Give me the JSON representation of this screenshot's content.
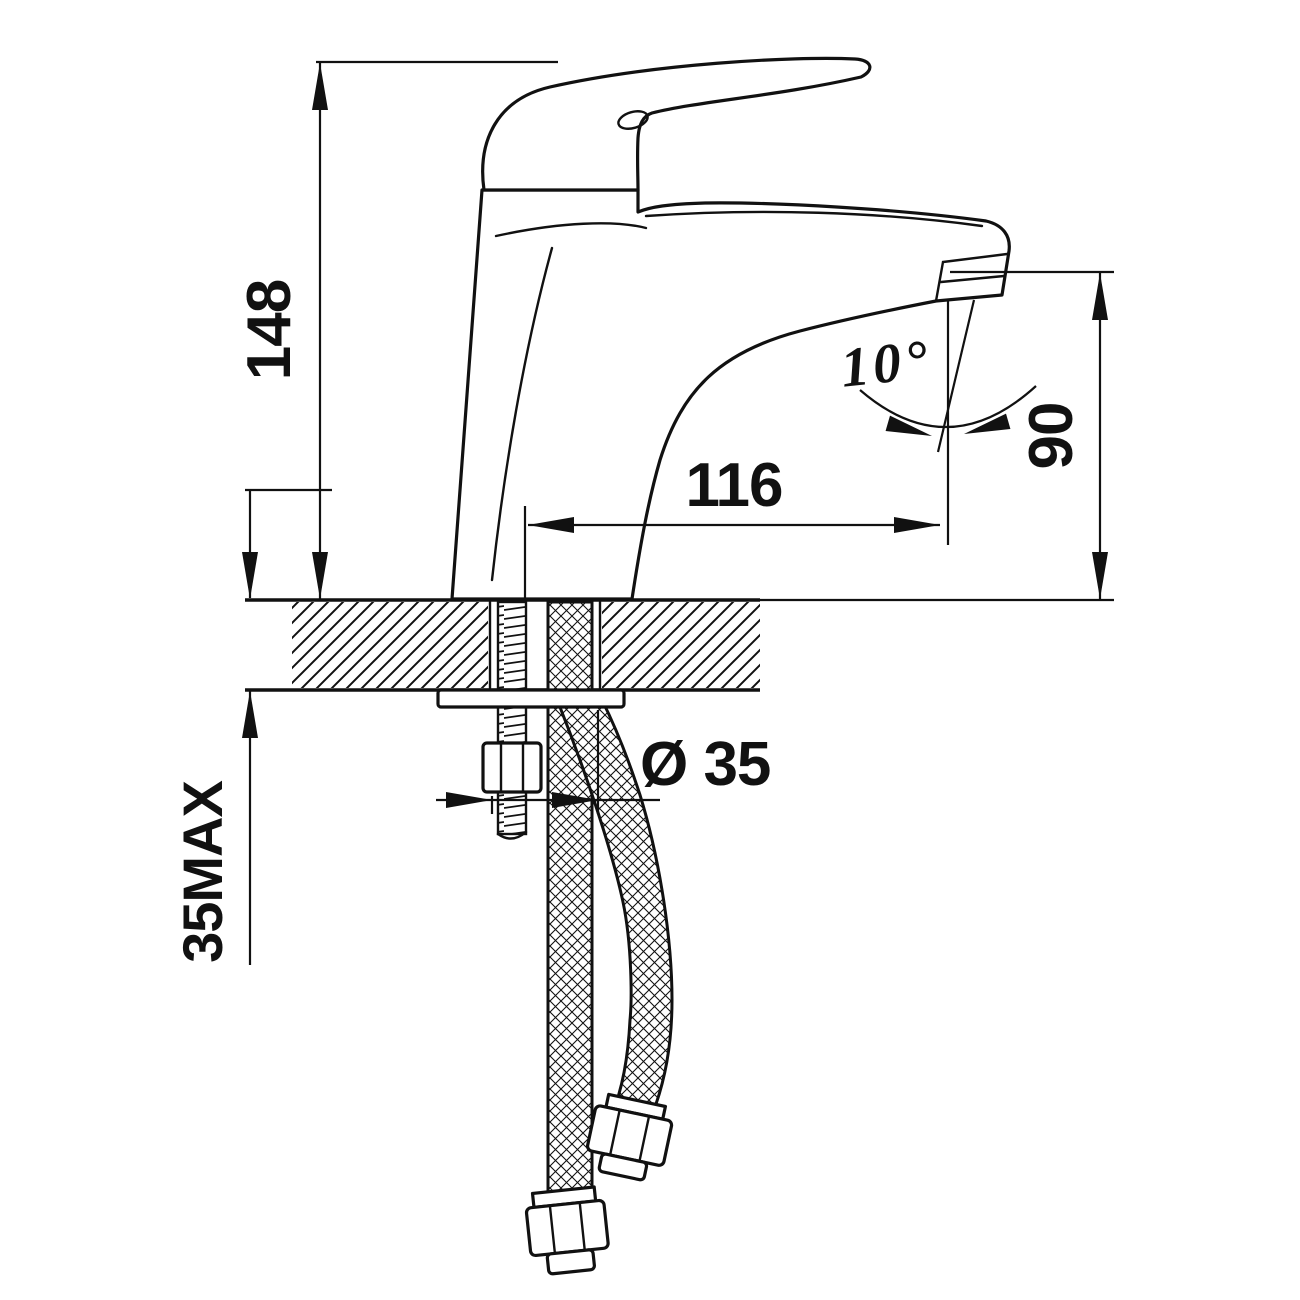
{
  "page": {
    "background": "#ffffff",
    "line_color": "#111111"
  },
  "drawing": {
    "type": "technical-installation-drawing",
    "subject": "single-lever basin mixer faucet, side view with deck section, mounting stud, nut and flexible supply hoses",
    "dimensions": {
      "overall_height": "148",
      "spout_reach": "116",
      "outlet_height": "90",
      "stream_angle": "10°",
      "hole_diameter": "Ø 35",
      "max_deck_thickness": "35MAX"
    }
  }
}
